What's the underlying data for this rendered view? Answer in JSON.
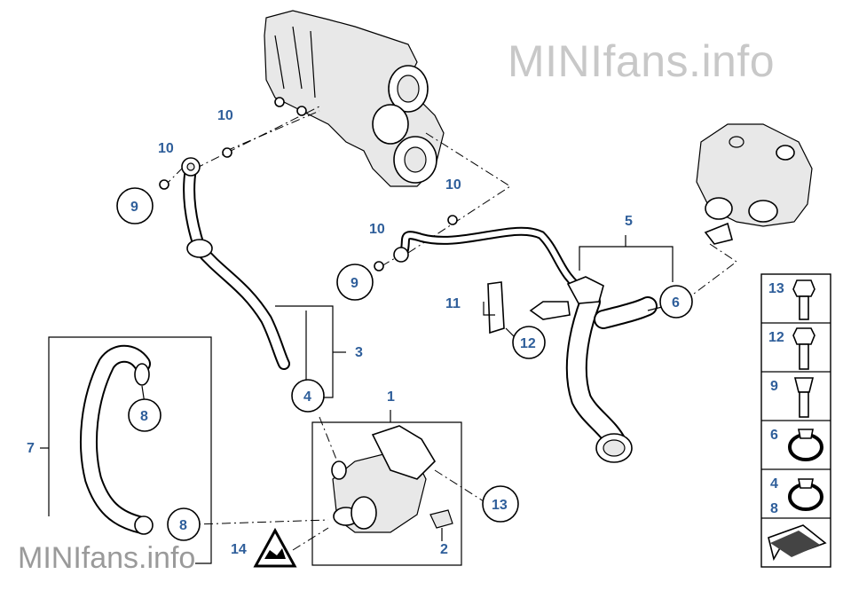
{
  "watermark": {
    "top": "MINIfans.info",
    "bottom": "MINIfans.info"
  },
  "callouts": {
    "c1": "1",
    "c2": "2",
    "c3": "3",
    "c4": "4",
    "c5": "5",
    "c6": "6",
    "c7": "7",
    "c8a": "8",
    "c8b": "8",
    "c9a": "9",
    "c9b": "9",
    "c10a": "10",
    "c10b": "10",
    "c10c": "10",
    "c10d": "10",
    "c11": "11",
    "c12": "12",
    "c13": "13",
    "c14": "14"
  },
  "legend": [
    {
      "label": "13",
      "icon": "bolt-icon"
    },
    {
      "label": "12",
      "icon": "bolt-icon"
    },
    {
      "label": "9",
      "icon": "bolt-icon"
    },
    {
      "label": "6",
      "icon": "hose-clamp-icon"
    },
    {
      "label": "4",
      "label2": "8",
      "icon": "hose-clamp-icon"
    },
    {
      "label": "",
      "icon": "arrow-icon"
    }
  ]
}
